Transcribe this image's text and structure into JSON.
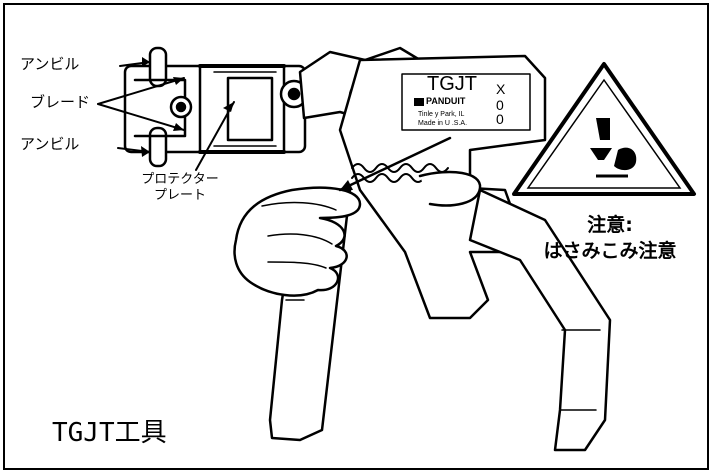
{
  "callouts": {
    "anvil_top": "アンビル",
    "blade": "ブレード",
    "anvil_bottom": "アンビル",
    "protector_plate_line1": "プロテクター",
    "protector_plate_line2": "プレート"
  },
  "label_plate": {
    "model": "TGJT",
    "brand": "PANDUIT",
    "city": "Tinle y Park, IL",
    "made_in": "Made in U  .S.A.",
    "code": [
      "X",
      "0",
      "0"
    ]
  },
  "warning": {
    "line1": "注意:",
    "line2": "はさみこみ注意"
  },
  "title": "TGJT工具",
  "colors": {
    "ink": "#000000",
    "paper": "#ffffff"
  }
}
